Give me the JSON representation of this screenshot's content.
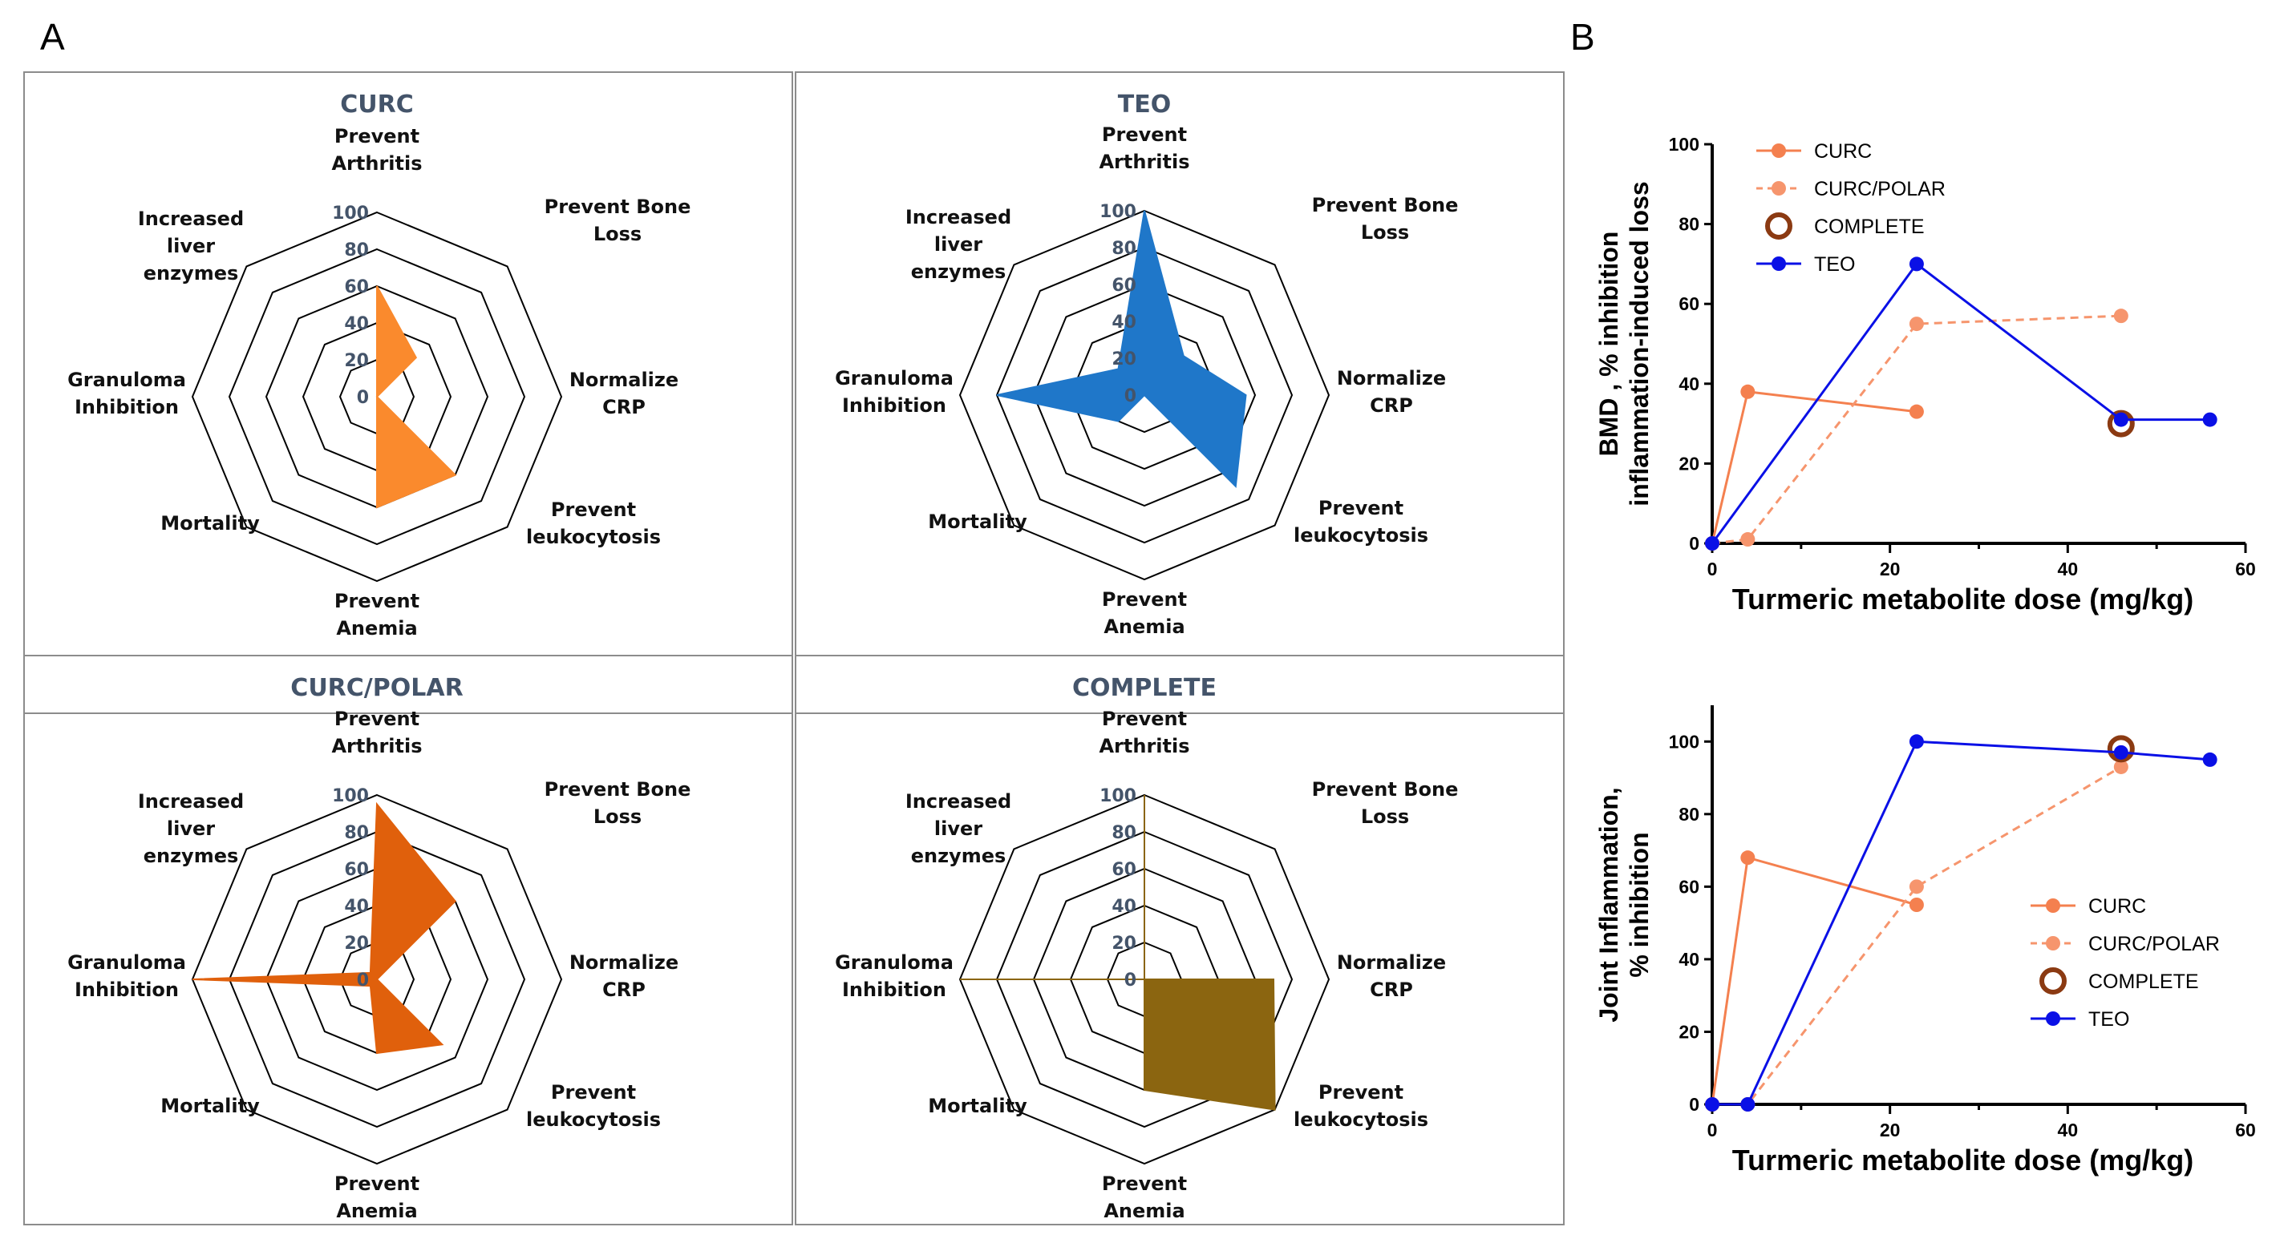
{
  "panels": {
    "a_label": "A",
    "b_label": "B"
  },
  "colors": {
    "curc": "#fa8a2d",
    "teo": "#1f77c9",
    "curc_polar": "#e0600c",
    "complete": "#8b6510",
    "line_curc": "#f4804f",
    "line_curc_polar": "#f6956d",
    "line_complete": "#8b3a12",
    "line_teo": "#0a10e6"
  },
  "chart_data": [
    {
      "type": "radar",
      "title": "CURC",
      "axes": [
        [
          "Prevent",
          "Arthritis"
        ],
        [
          "Prevent Bone",
          "Loss"
        ],
        [
          "Normalize",
          "CRP"
        ],
        [
          "Prevent",
          "leukocytosis"
        ],
        [
          "Prevent",
          "Anemia"
        ],
        [
          "Mortality"
        ],
        [
          "Granuloma",
          "Inhibition"
        ],
        [
          "Increased",
          "liver",
          "enzymes"
        ]
      ],
      "ring_ticks": [
        "0",
        "20",
        "40",
        "60",
        "80",
        "100"
      ],
      "rlim": [
        0,
        100
      ],
      "values": [
        60,
        30,
        0,
        60,
        60,
        0,
        0,
        0
      ]
    },
    {
      "type": "radar",
      "title": "TEO",
      "axes": [
        [
          "Prevent",
          "Arthritis"
        ],
        [
          "Prevent Bone",
          "Loss"
        ],
        [
          "Normalize",
          "CRP"
        ],
        [
          "Prevent",
          "leukocytosis"
        ],
        [
          "Prevent",
          "Anemia"
        ],
        [
          "Mortality"
        ],
        [
          "Granuloma",
          "Inhibition"
        ],
        [
          "Increased",
          "liver",
          "enzymes"
        ]
      ],
      "ring_ticks": [
        "0",
        "20",
        "40",
        "60",
        "80",
        "100"
      ],
      "rlim": [
        0,
        100
      ],
      "values": [
        100,
        30,
        55,
        70,
        0,
        20,
        80,
        20
      ]
    },
    {
      "type": "radar",
      "title": "CURC/POLAR",
      "axes": [
        [
          "Prevent",
          "Arthritis"
        ],
        [
          "Prevent Bone",
          "Loss"
        ],
        [
          "Normalize",
          "CRP"
        ],
        [
          "Prevent",
          "leukocytosis"
        ],
        [
          "Prevent",
          "Anemia"
        ],
        [
          "Mortality"
        ],
        [
          "Granuloma",
          "Inhibition"
        ],
        [
          "Increased",
          "liver",
          "enzymes"
        ]
      ],
      "ring_ticks": [
        "0",
        "20",
        "40",
        "60",
        "80",
        "100"
      ],
      "rlim": [
        0,
        100
      ],
      "values": [
        95,
        60,
        0,
        50,
        40,
        5,
        100,
        5
      ]
    },
    {
      "type": "radar",
      "title": "COMPLETE",
      "axes": [
        [
          "Prevent",
          "Arthritis"
        ],
        [
          "Prevent Bone",
          "Loss"
        ],
        [
          "Normalize",
          "CRP"
        ],
        [
          "Prevent",
          "leukocytosis"
        ],
        [
          "Prevent",
          "Anemia"
        ],
        [
          "Mortality"
        ],
        [
          "Granuloma",
          "Inhibition"
        ],
        [
          "Increased",
          "liver",
          "enzymes"
        ]
      ],
      "ring_ticks": [
        "0",
        "20",
        "40",
        "60",
        "80",
        "100"
      ],
      "rlim": [
        0,
        100
      ],
      "values": [
        100,
        0,
        70,
        100,
        60,
        0,
        100,
        0
      ]
    },
    {
      "type": "line",
      "xlabel": "Turmeric metabolite dose (mg/kg)",
      "ylabel": [
        "BMD , % inhibition",
        "inflammation-induced loss"
      ],
      "xlim": [
        0,
        60
      ],
      "ylim": [
        0,
        100
      ],
      "xticks": [
        0,
        20,
        40,
        60
      ],
      "yticks": [
        0,
        20,
        40,
        60,
        80,
        100
      ],
      "legend_position": "top-left",
      "series": [
        {
          "name": "CURC",
          "style": "solid",
          "marker": "filled",
          "x": [
            0,
            4,
            23
          ],
          "y": [
            0,
            38,
            33
          ]
        },
        {
          "name": "CURC/POLAR",
          "style": "dashed",
          "marker": "filled",
          "x": [
            0,
            4,
            23,
            46
          ],
          "y": [
            0,
            1,
            55,
            57
          ]
        },
        {
          "name": "COMPLETE",
          "style": "none",
          "marker": "open",
          "x": [
            46
          ],
          "y": [
            30
          ]
        },
        {
          "name": "TEO",
          "style": "solid",
          "marker": "filled",
          "x": [
            0,
            23,
            46,
            56
          ],
          "y": [
            0,
            70,
            31,
            31
          ]
        }
      ]
    },
    {
      "type": "line",
      "xlabel": "Turmeric metabolite dose (mg/kg)",
      "ylabel": [
        "Joint Inflammation,",
        "% inhibition"
      ],
      "xlim": [
        0,
        60
      ],
      "ylim": [
        0,
        110
      ],
      "xticks": [
        0,
        20,
        40,
        60
      ],
      "yticks": [
        0,
        20,
        40,
        60,
        80,
        100
      ],
      "legend_position": "bottom-right",
      "series": [
        {
          "name": "CURC",
          "style": "solid",
          "marker": "filled",
          "x": [
            0,
            4,
            23
          ],
          "y": [
            0,
            68,
            55
          ]
        },
        {
          "name": "CURC/POLAR",
          "style": "dashed",
          "marker": "filled",
          "x": [
            0,
            4,
            23,
            46
          ],
          "y": [
            0,
            0,
            60,
            93
          ]
        },
        {
          "name": "COMPLETE",
          "style": "none",
          "marker": "open",
          "x": [
            46
          ],
          "y": [
            98
          ]
        },
        {
          "name": "TEO",
          "style": "solid",
          "marker": "filled",
          "x": [
            0,
            4,
            23,
            46,
            56
          ],
          "y": [
            0,
            0,
            100,
            97,
            95
          ]
        }
      ]
    }
  ]
}
